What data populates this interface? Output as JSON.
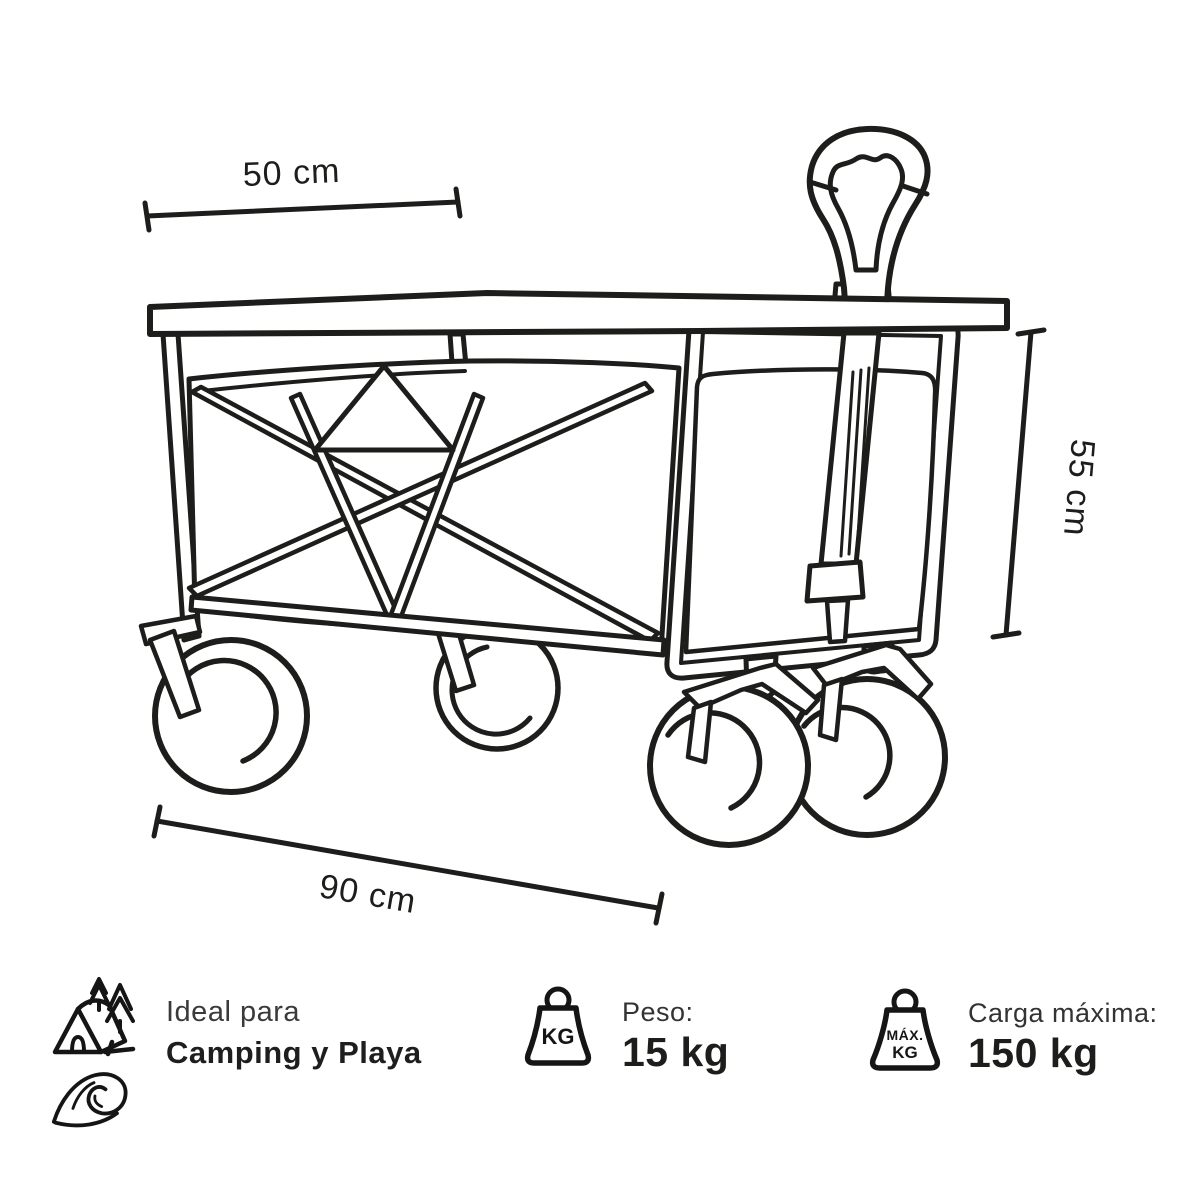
{
  "diagram": {
    "product": "folding wagon line drawing",
    "dim_width": "50 cm",
    "dim_length": "90 cm",
    "dim_height": "55 cm"
  },
  "features": {
    "usage": {
      "intro": "Ideal para",
      "value": "Camping y Playa"
    },
    "weight": {
      "label": "Peso:",
      "value": "15 kg",
      "badge": "KG"
    },
    "max_load": {
      "label": "Carga máxima:",
      "value": "150 kg",
      "badge_top": "MÁX.",
      "badge_bottom": "KG"
    }
  },
  "colors": {
    "line": "#1d1d1b",
    "text_regular": "#3a3a3a",
    "text_bold": "#1e1e1e",
    "background": "#ffffff"
  }
}
